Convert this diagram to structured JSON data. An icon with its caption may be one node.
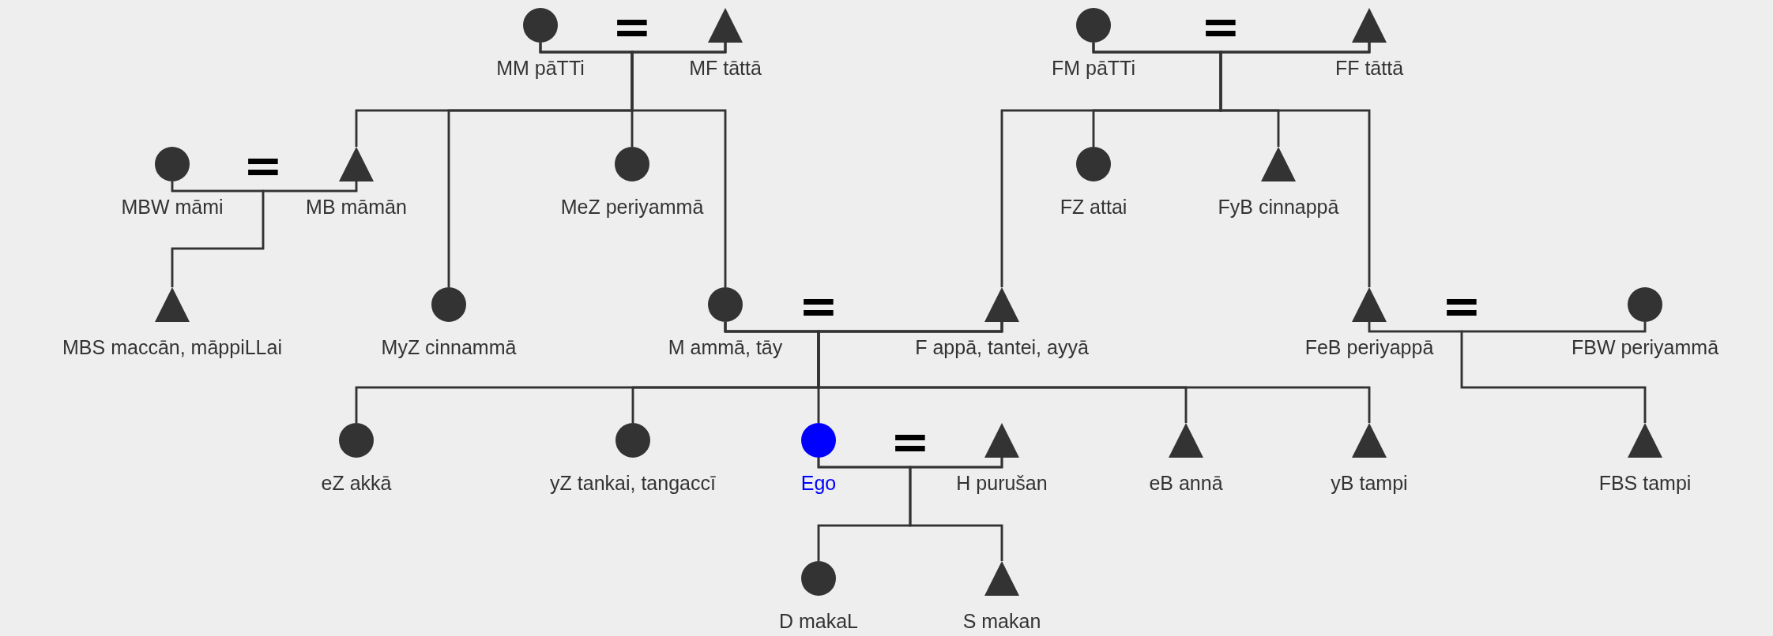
{
  "diagram": {
    "nodes": [
      {
        "text": [],
        "shape": "circle",
        "beside": [
          "MM pāTTi"
        ]
      },
      {
        "text": [],
        "shape": "triangle",
        "beside": [
          "MF tāttā"
        ]
      },
      {
        "text": [],
        "shape": "circle",
        "beside": [
          "FM pāTTi"
        ]
      },
      {
        "text": [],
        "shape": "triangle",
        "beside": [
          "FF tāttā"
        ]
      },
      {
        "text": [],
        "shape": "circle",
        "beside": [
          "MBW māmi"
        ]
      },
      {
        "text": [],
        "shape": "triangle",
        "beside": [
          "MB māmān"
        ]
      },
      {
        "text": [],
        "shape": "circle",
        "beside": [
          "MeZ periyammā"
        ]
      },
      {
        "text": [],
        "shape": "circle",
        "beside": [
          "FZ attai"
        ]
      },
      {
        "text": [],
        "shape": "triangle",
        "beside": [
          "FyB cinnappā"
        ]
      },
      {
        "text": [],
        "shape": "triangle",
        "beside": [
          "MBS maccān, māppiLLai"
        ]
      },
      {
        "text": [],
        "shape": "circle",
        "beside": [
          "MyZ cinnammā"
        ]
      },
      {
        "text": [],
        "shape": "circle",
        "beside": [
          "M ammā, tāy"
        ]
      },
      {
        "text": [],
        "shape": "triangle",
        "beside": [
          "F appā, tantei, ayyā"
        ]
      },
      {
        "text": [],
        "shape": "triangle",
        "beside": [
          "FeB periyappā"
        ]
      },
      {
        "text": [],
        "shape": "circle",
        "beside": [
          "FBW periyammā"
        ]
      },
      {
        "text": [],
        "shape": "circle",
        "beside": [
          "eZ akkā"
        ]
      },
      {
        "text": [],
        "shape": "circle",
        "beside": [
          "yZ tankai, tangaccī"
        ]
      },
      {
        "text": [],
        "shape": "circle",
        "beside": [
          "Ego"
        ]
      },
      {
        "text": [],
        "shape": "triangle",
        "beside": [
          "H purušan"
        ]
      },
      {
        "text": [],
        "shape": "triangle",
        "beside": [
          "eB annā"
        ]
      },
      {
        "text": [],
        "shape": "triangle",
        "beside": [
          "yB tampi"
        ]
      },
      {
        "text": [],
        "shape": "triangle",
        "beside": [
          "FBS tampi"
        ]
      },
      {
        "text": [],
        "shape": "circle",
        "beside": [
          "D makaL"
        ]
      },
      {
        "text": [],
        "shape": "triangle",
        "beside": [
          "S makan"
        ]
      }
    ],
    "edges": [
      {
        "from": 0,
        "to": 1,
        "arrow": "none",
        "label": "="
      },
      {
        "from": 2,
        "to": 3,
        "arrow": "none",
        "label": "="
      },
      {
        "from": 4,
        "to": 5,
        "arrow": "none",
        "label": "="
      },
      {
        "from": 11,
        "to": 12,
        "arrow": "none",
        "label": "="
      },
      {
        "from": 13,
        "to": 14,
        "arrow": "none",
        "label": "="
      },
      {
        "from": 17,
        "to": 18,
        "arrow": "none",
        "label": "="
      },
      {
        "from": 0,
        "to": 5,
        "arrow": "none"
      },
      {
        "from": 0,
        "to": 6,
        "arrow": "none"
      },
      {
        "from": 0,
        "to": 10,
        "arrow": "none"
      },
      {
        "from": 0,
        "to": 11,
        "arrow": "none"
      },
      {
        "from": 1,
        "to": 5,
        "arrow": "none"
      },
      {
        "from": 1,
        "to": 6,
        "arrow": "none"
      },
      {
        "from": 1,
        "to": 10,
        "arrow": "none"
      },
      {
        "from": 1,
        "to": 11,
        "arrow": "none"
      },
      {
        "from": 2,
        "to": 12,
        "arrow": "none"
      },
      {
        "from": 2,
        "to": 7,
        "arrow": "none"
      },
      {
        "from": 2,
        "to": 8,
        "arrow": "none"
      },
      {
        "from": 2,
        "to": 13,
        "arrow": "none"
      },
      {
        "from": 3,
        "to": 12,
        "arrow": "none"
      },
      {
        "from": 3,
        "to": 7,
        "arrow": "none"
      },
      {
        "from": 3,
        "to": 8,
        "arrow": "none"
      },
      {
        "from": 3,
        "to": 13,
        "arrow": "none"
      },
      {
        "from": 4,
        "to": 9,
        "arrow": "none"
      },
      {
        "from": 5,
        "to": 9,
        "arrow": "none"
      },
      {
        "from": 11,
        "to": 15,
        "arrow": "none"
      },
      {
        "from": 11,
        "to": 16,
        "arrow": "none"
      },
      {
        "from": 11,
        "to": 17,
        "arrow": "none"
      },
      {
        "from": 11,
        "to": 19,
        "arrow": "none"
      },
      {
        "from": 11,
        "to": 20,
        "arrow": "none"
      },
      {
        "from": 12,
        "to": 15,
        "arrow": "none"
      },
      {
        "from": 12,
        "to": 16,
        "arrow": "none"
      },
      {
        "from": 12,
        "to": 17,
        "arrow": "none"
      },
      {
        "from": 12,
        "to": 19,
        "arrow": "none"
      },
      {
        "from": 12,
        "to": 20,
        "arrow": "none"
      },
      {
        "from": 13,
        "to": 21,
        "arrow": "none"
      },
      {
        "from": 14,
        "to": 21,
        "arrow": "none"
      },
      {
        "from": 17,
        "to": 22,
        "arrow": "none"
      },
      {
        "from": 17,
        "to": 23,
        "arrow": "none"
      },
      {
        "from": 18,
        "to": 22,
        "arrow": "none"
      },
      {
        "from": 18,
        "to": 23,
        "arrow": "none"
      }
    ]
  }
}
